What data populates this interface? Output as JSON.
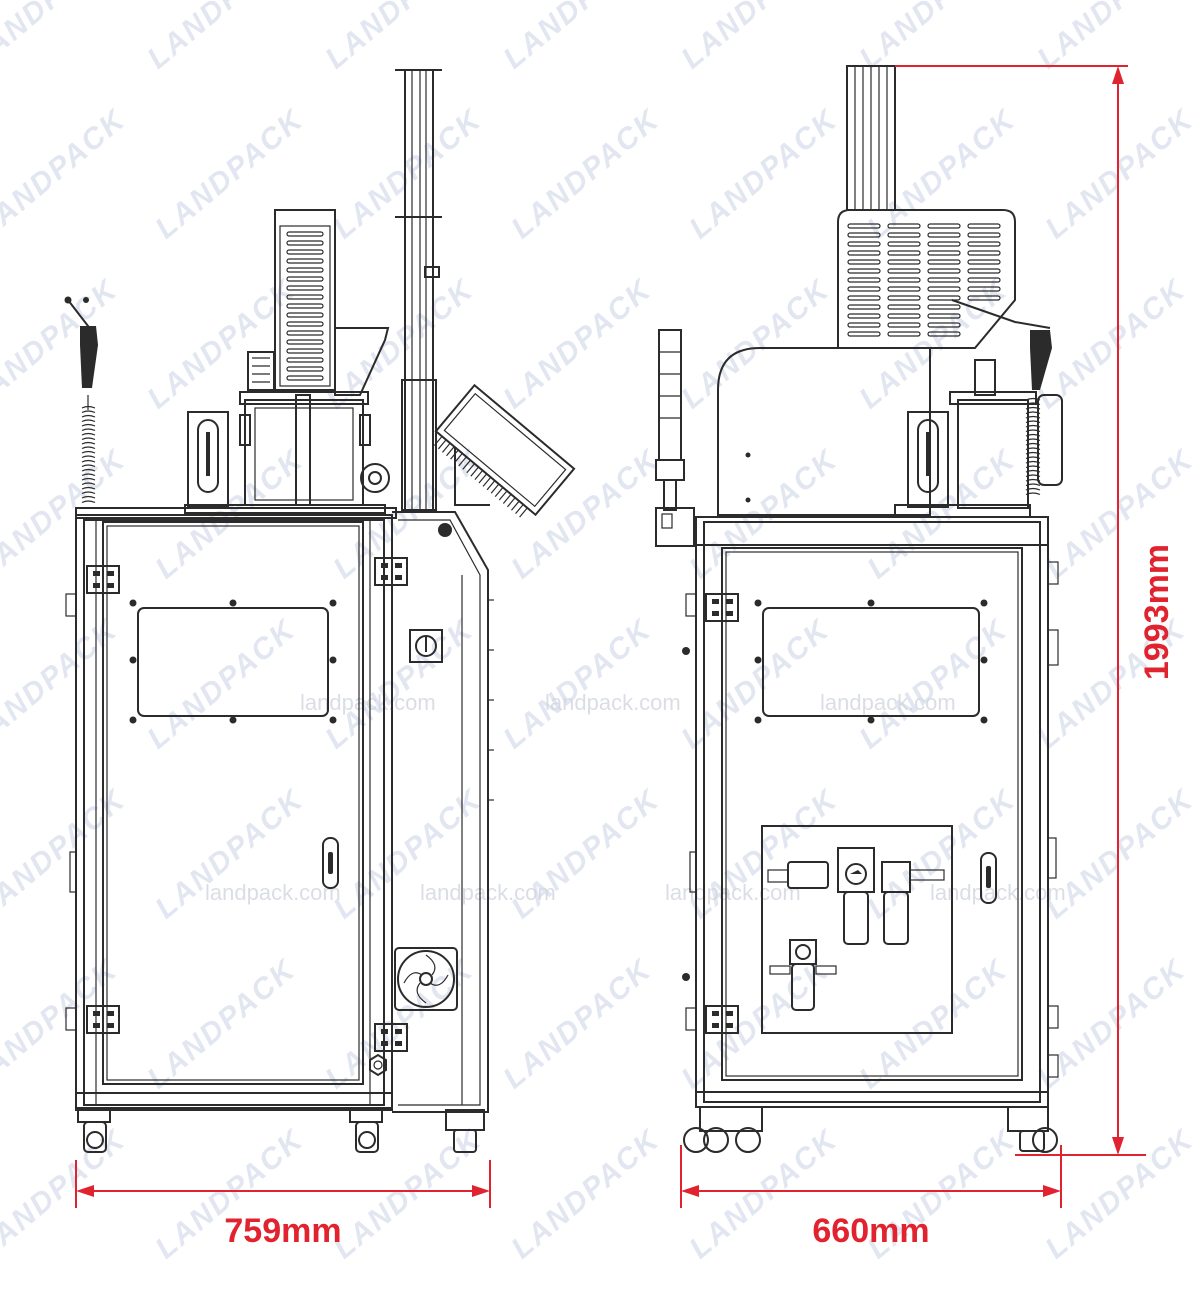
{
  "watermark": {
    "brand": "LANDPACK",
    "site": "landpack.com"
  },
  "dimensions": {
    "width_left": "759mm",
    "width_right": "660mm",
    "height": "1993mm"
  },
  "colors": {
    "dimension": "#e0232e",
    "line": "#2b2b2b",
    "watermark": "#c9d3e6"
  }
}
